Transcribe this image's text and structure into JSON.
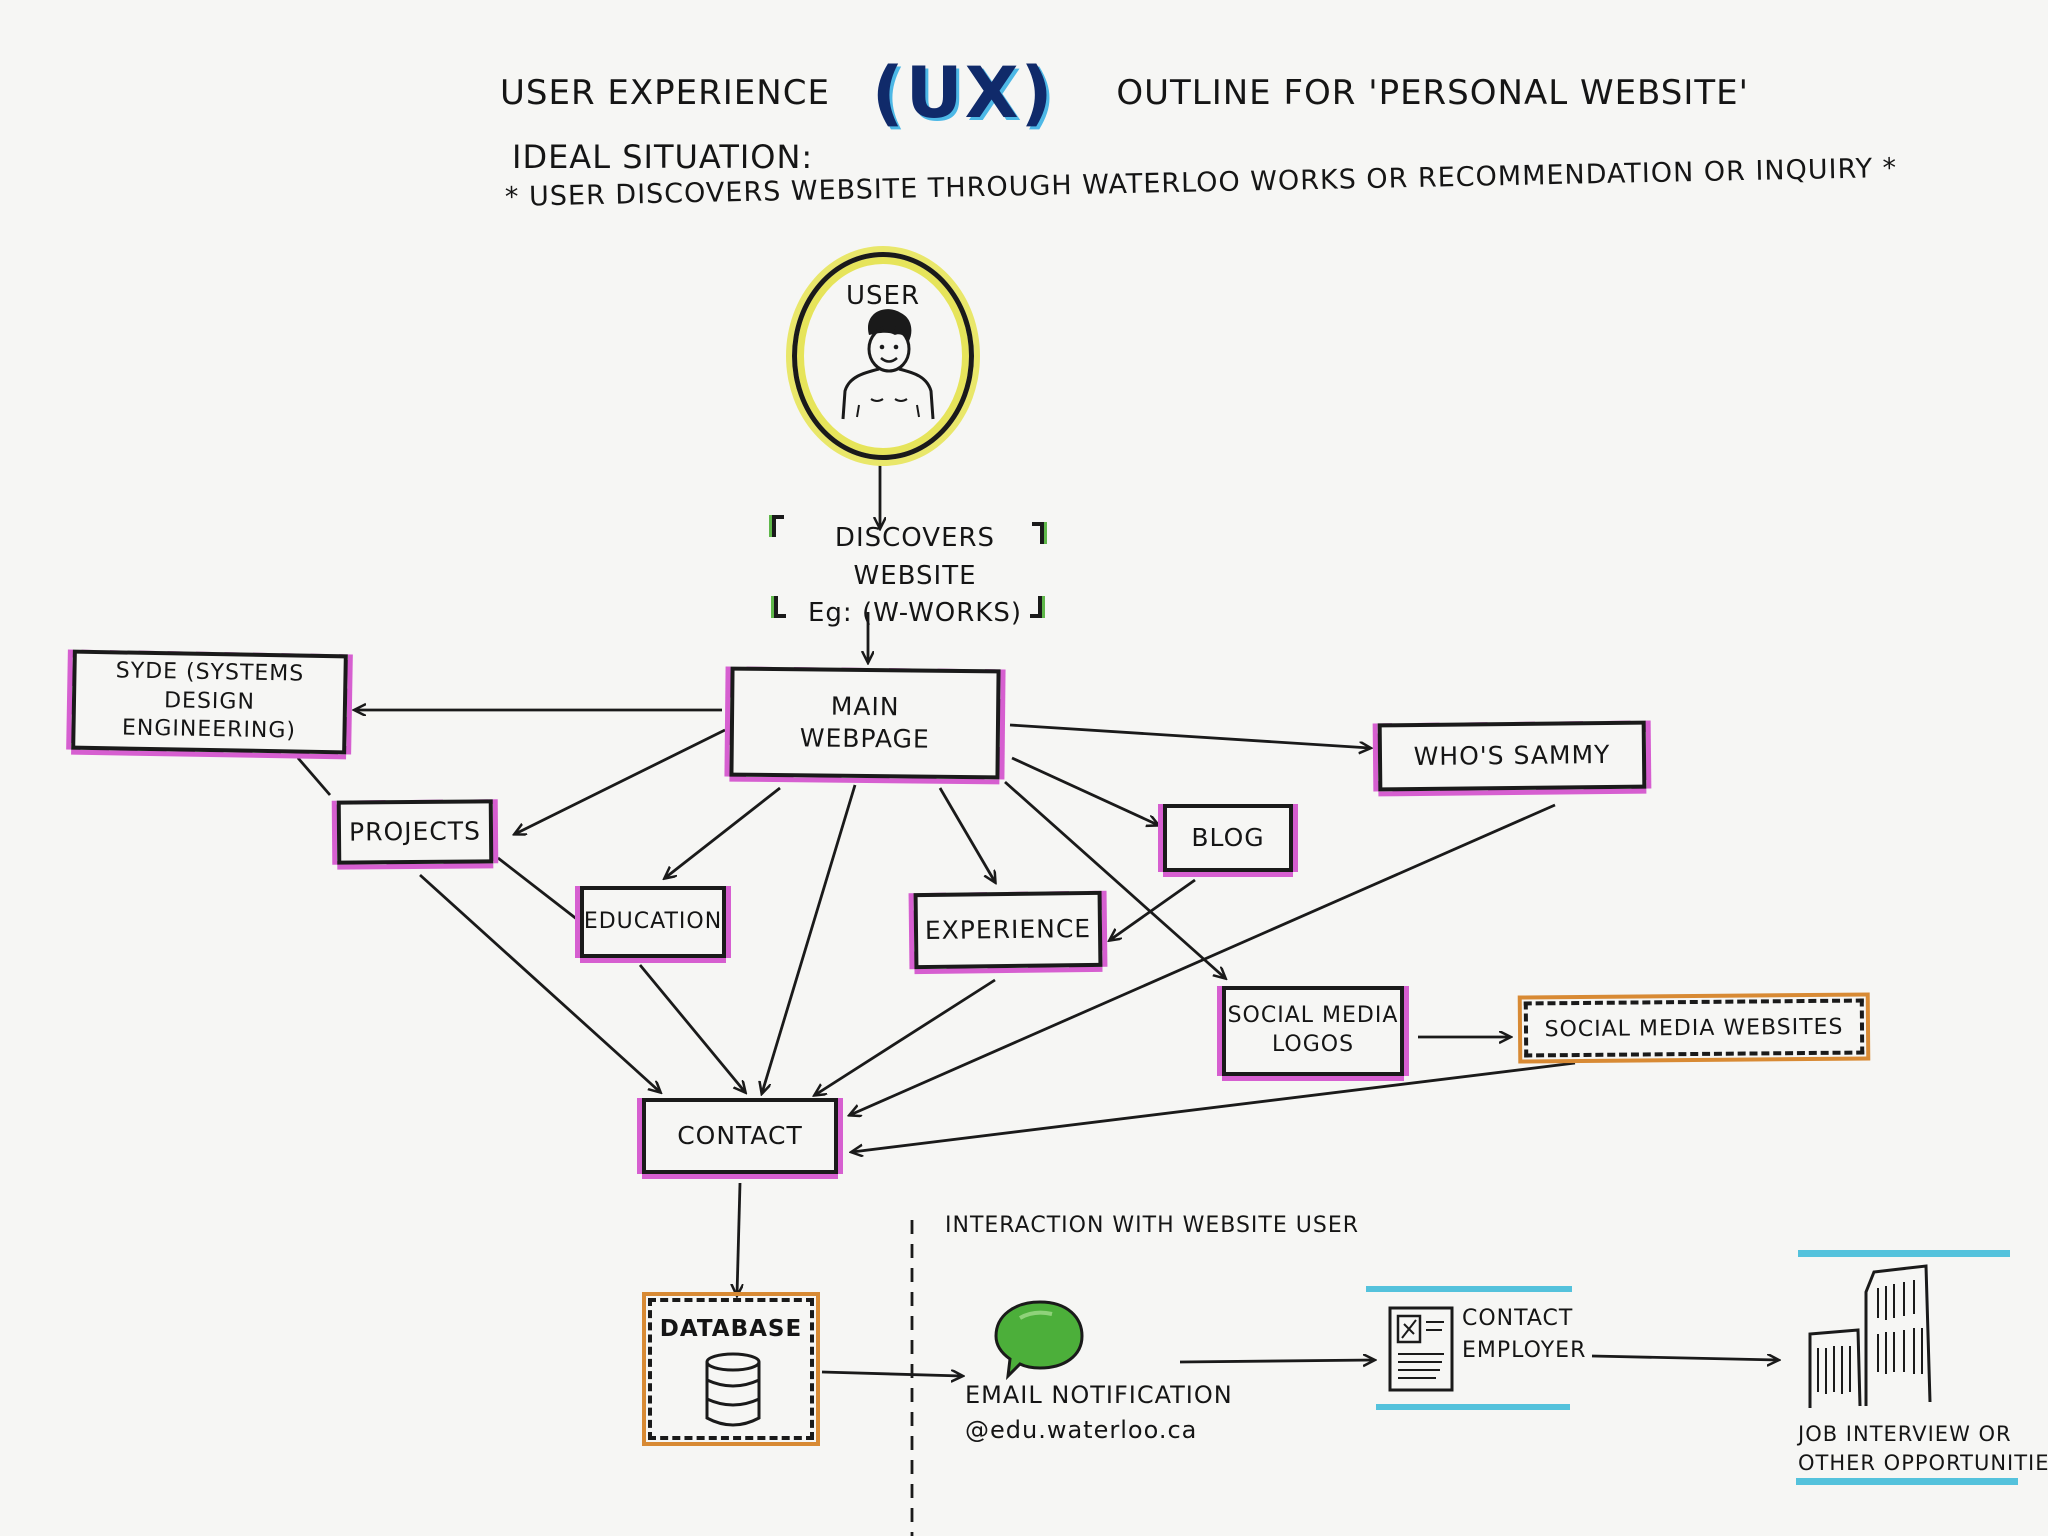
{
  "title": {
    "prefix": "USER EXPERIENCE",
    "highlight": "(UX)",
    "suffix": "OUTLINE FOR 'PERSONAL WEBSITE'"
  },
  "ideal_situation": {
    "heading": "IDEAL SITUATION:",
    "note": "* USER DISCOVERS WEBSITE THROUGH WATERLOO WORKS OR RECOMMENDATION OR INQUIRY *"
  },
  "nodes": {
    "user": "USER",
    "discover_line1": "DISCOVERS WEBSITE",
    "discover_line2": "Eg: (W-WORKS)",
    "main_line1": "MAIN",
    "main_line2": "WEBPAGE",
    "syde_line1": "SYDE (SYSTEMS DESIGN",
    "syde_line2": "ENGINEERING)",
    "projects": "PROJECTS",
    "education": "EDUCATION",
    "experience": "EXPERIENCE",
    "blog": "BLOG",
    "whos_sammy": "WHO'S SAMMY",
    "social_logos_line1": "SOCIAL MEDIA",
    "social_logos_line2": "LOGOS",
    "social_websites": "SOCIAL MEDIA WEBSITES",
    "contact": "CONTACT",
    "database": "DATABASE"
  },
  "interaction": {
    "section_label": "INTERACTION WITH WEBSITE USER",
    "email_line1": "EMAIL NOTIFICATION",
    "email_line2": "@edu.waterloo.ca",
    "employer_line1": "CONTACT",
    "employer_line2": "EMPLOYER",
    "job_line1": "JOB INTERVIEW OR",
    "job_line2": "OTHER OPPORTUNITIES"
  },
  "icons": [
    "person-icon",
    "database-icon",
    "chat-bubble-icon",
    "resume-icon",
    "buildings-icon"
  ],
  "colors": {
    "box_highlight": "#d65fd0",
    "dashed_highlight": "#d88a34",
    "user_circle": "#e6e45a",
    "discover_brackets": "#5fb84a",
    "ux_shadow": "#4db8e6",
    "chat_bubble": "#4caf3a",
    "cyan_lines": "#54c2dc"
  }
}
